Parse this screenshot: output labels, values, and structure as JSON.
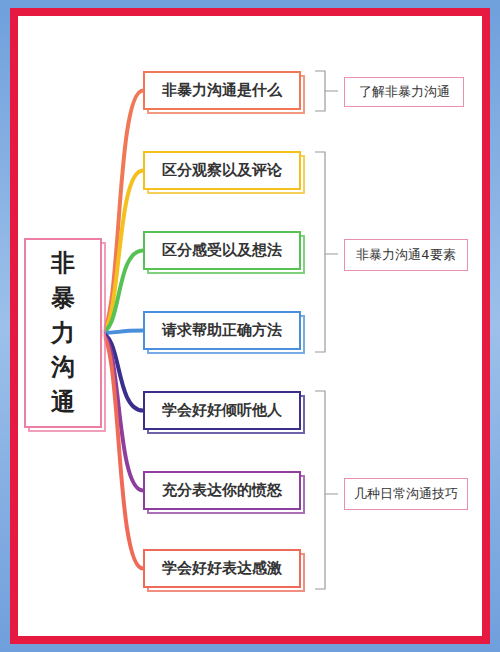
{
  "diagram": {
    "nodes": [
      {
        "text": [
          "非暴力沟通"
        ]
      },
      {
        "text": [
          "非暴力沟通是什么"
        ]
      },
      {
        "text": [
          "区分观察以及评论"
        ]
      },
      {
        "text": [
          "区分感受以及想法"
        ]
      },
      {
        "text": [
          "请求帮助正确方法"
        ]
      },
      {
        "text": [
          "学会好好倾听他人"
        ]
      },
      {
        "text": [
          "充分表达你的愤怒"
        ]
      },
      {
        "text": [
          "学会好好表达感激"
        ]
      },
      {
        "text": [
          "了解非暴力沟通"
        ]
      },
      {
        "text": [
          "非暴力沟通4要素"
        ]
      },
      {
        "text": [
          "几种日常沟通技巧"
        ]
      }
    ],
    "edges": [
      {
        "from": 0,
        "to": 1,
        "arrow": "none"
      },
      {
        "from": 0,
        "to": 2,
        "arrow": "none"
      },
      {
        "from": 0,
        "to": 3,
        "arrow": "none"
      },
      {
        "from": 0,
        "to": 4,
        "arrow": "none"
      },
      {
        "from": 0,
        "to": 5,
        "arrow": "none"
      },
      {
        "from": 0,
        "to": 6,
        "arrow": "none"
      },
      {
        "from": 0,
        "to": 7,
        "arrow": "none"
      }
    ]
  }
}
